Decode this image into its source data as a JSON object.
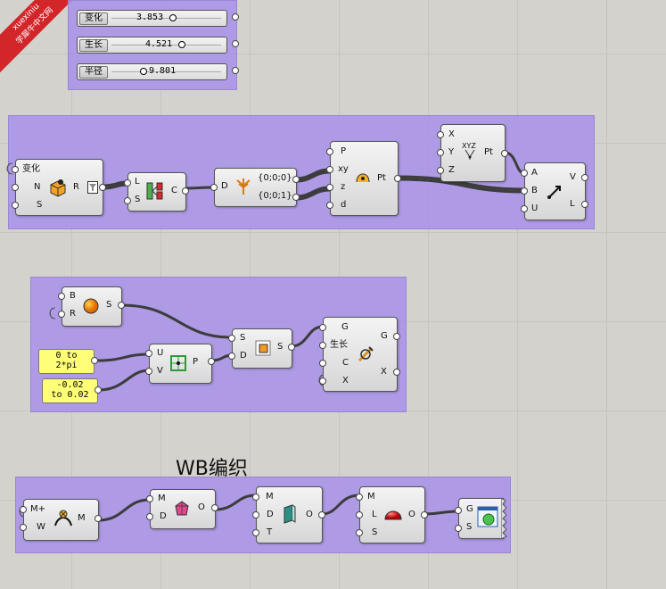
{
  "watermark": {
    "line1": "xuexiniu",
    "line2": "学犀牛中文网"
  },
  "sliders": [
    {
      "name": "变化",
      "value": "3.853",
      "fraction": 0.6
    },
    {
      "name": "生长",
      "value": "4.521",
      "fraction": 0.63
    },
    {
      "name": "半径",
      "value": "9.801",
      "fraction": 0.28
    }
  ],
  "group1": {
    "random": {
      "in_top": "变化",
      "in_n": "N",
      "in_s": "S",
      "out_r": "R"
    },
    "list": {
      "in_l": "L",
      "in_s": "S",
      "out_c": "C"
    },
    "tree": {
      "in_d": "D",
      "out1": "{0;0;0}",
      "out2": "{0;0;1}"
    },
    "pt": {
      "in_p": "P",
      "in_xy": "xy",
      "in_z": "z",
      "in_d": "d",
      "out": "Pt"
    },
    "xyz": {
      "in_x": "X",
      "in_y": "Y",
      "in_z": "Z",
      "icon_text": "XYZ",
      "out": "Pt"
    },
    "vec": {
      "in_a": "A",
      "in_b": "B",
      "in_u": "U",
      "out_v": "V",
      "out_l": "L"
    }
  },
  "group2": {
    "sphere": {
      "in_b": "B",
      "in_r": "R",
      "out": "S"
    },
    "panel1": "0 to\n2*pi",
    "panel2": "-0.02\nto 0.02",
    "uv": {
      "in_u": "U",
      "in_v": "V",
      "out": "P"
    },
    "sd": {
      "in_s": "S",
      "in_d": "D",
      "out": "S"
    },
    "grow": {
      "in_g": "G",
      "in_grow": "生长",
      "in_c": "C",
      "in_x": "X",
      "out_g": "G",
      "out_x": "X"
    }
  },
  "heading": "WB编织",
  "group3": {
    "mesh": {
      "in_m": "M+",
      "in_w": "W",
      "out": "M"
    },
    "md": {
      "in_m": "M",
      "in_d": "D",
      "out": "O"
    },
    "mdt": {
      "in_m": "M",
      "in_d": "D",
      "in_t": "T",
      "out": "O"
    },
    "mls": {
      "in_m": "M",
      "in_l": "L",
      "in_s": "S",
      "out": "O"
    },
    "preview": {
      "in_g": "G",
      "in_s": "S"
    }
  },
  "colors": {
    "group": "#a892e8",
    "panel": "#ffff77",
    "wire": "#3c3c3c"
  }
}
